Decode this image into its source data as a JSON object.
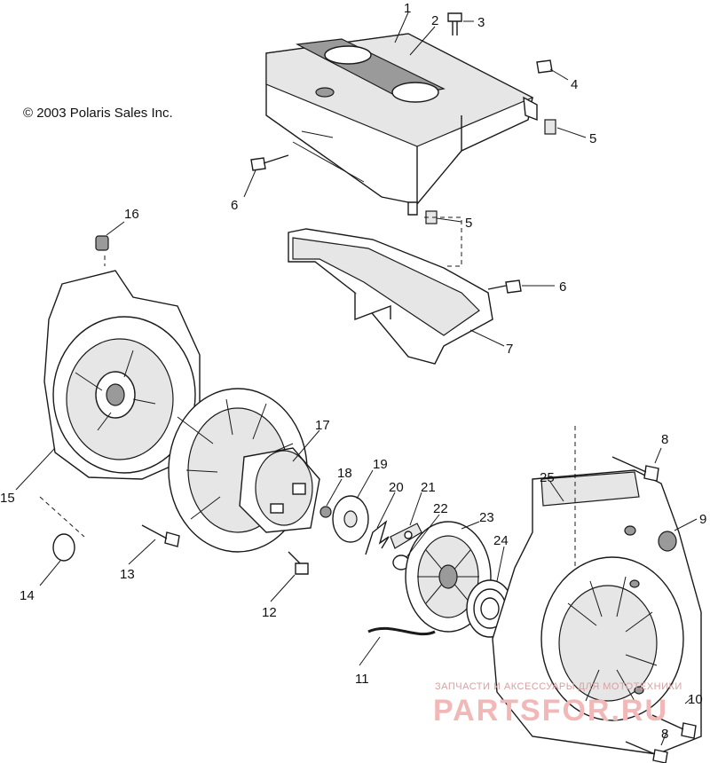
{
  "copyright": "© 2003 Polaris Sales Inc.",
  "watermark": {
    "tagline": "ЗАПЧАСТИ И АКСЕССУАРЫ ДЛЯ МОТОТЕХНИКИ",
    "brand": "PARTSFOR.RU"
  },
  "callouts": [
    "1",
    "2",
    "3",
    "4",
    "5",
    "5",
    "6",
    "6",
    "7",
    "8",
    "8",
    "9",
    "10",
    "11",
    "12",
    "13",
    "14",
    "15",
    "16",
    "17",
    "18",
    "19",
    "20",
    "21",
    "22",
    "23",
    "24",
    "25"
  ]
}
